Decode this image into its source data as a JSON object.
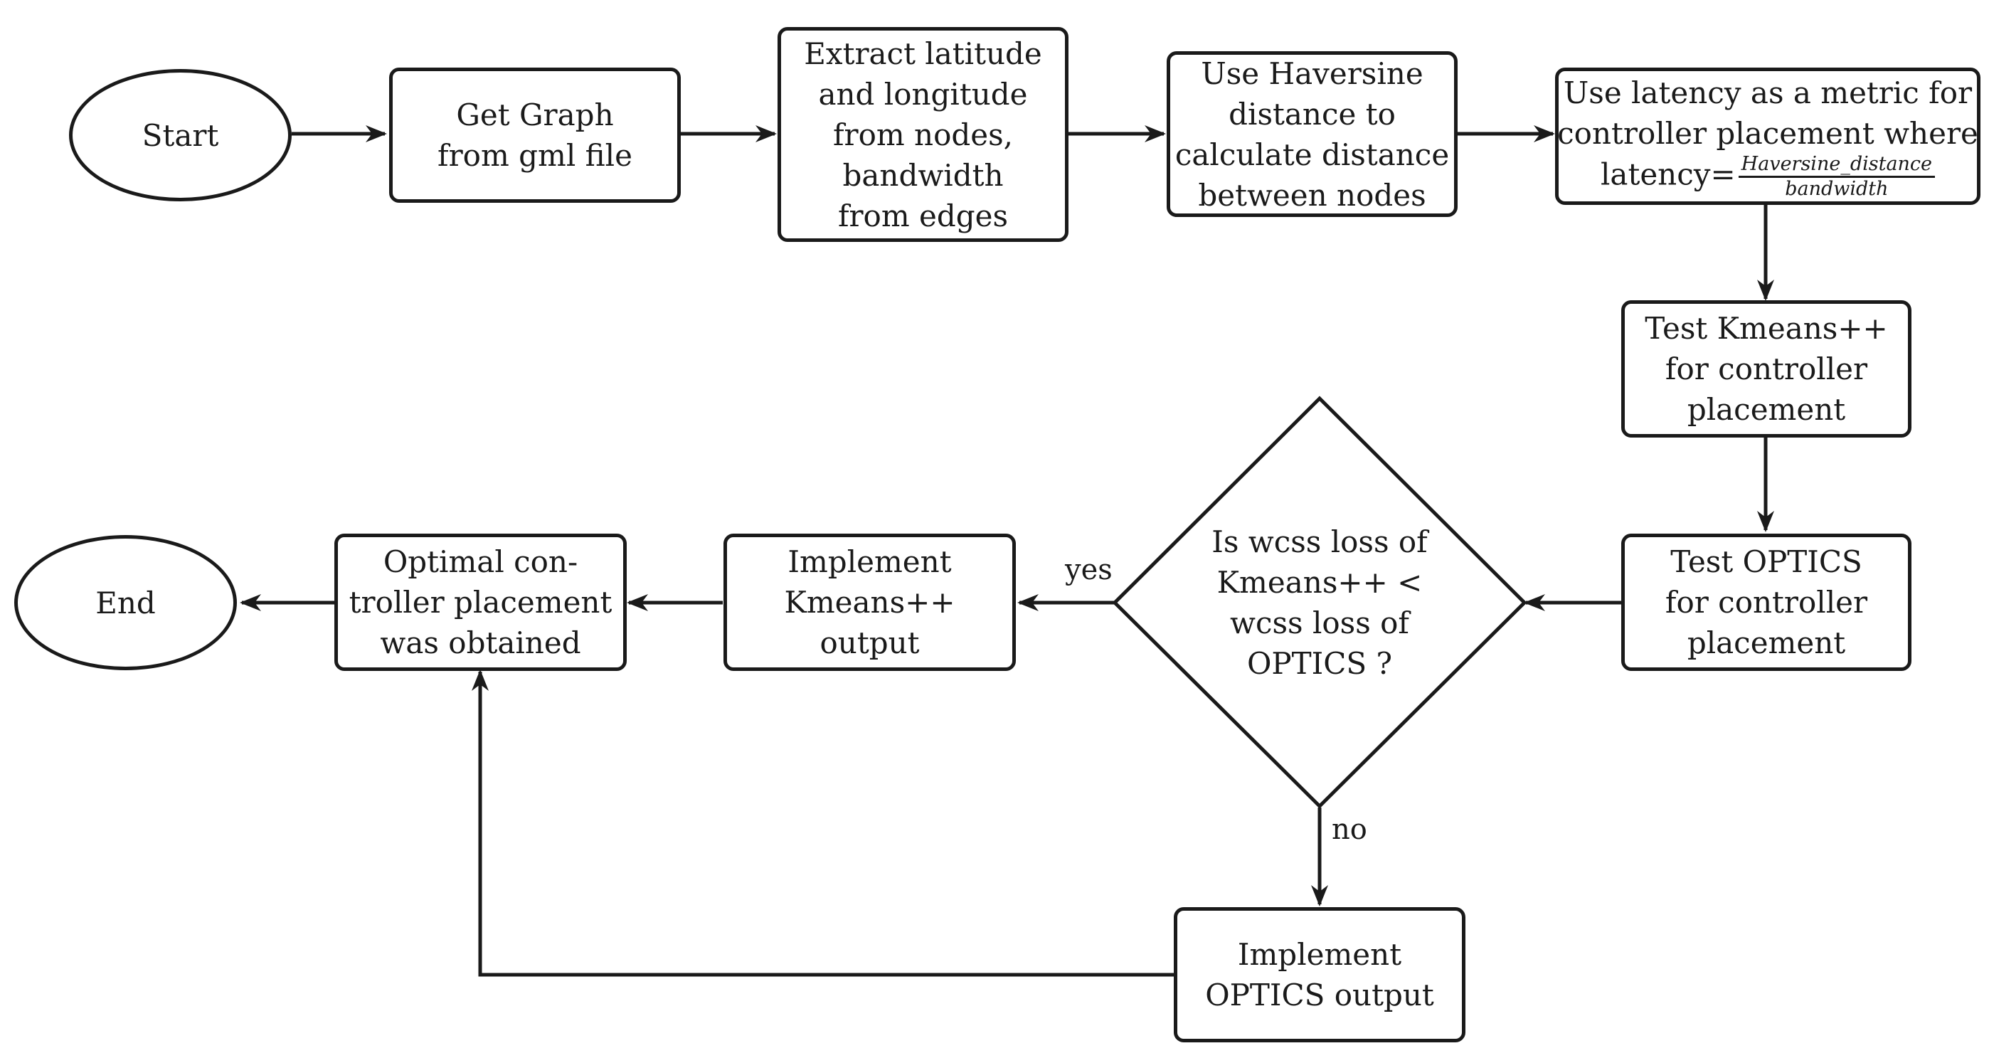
{
  "nodes": {
    "start": {
      "label": "Start"
    },
    "get_graph": {
      "lines": [
        "Get Graph",
        "from gml file"
      ]
    },
    "extract": {
      "lines": [
        "Extract latitude",
        "and longitude",
        "from nodes,",
        "bandwidth",
        "from edges"
      ]
    },
    "haversine": {
      "lines": [
        "Use Haversine",
        "distance to",
        "calculate distance",
        "between nodes"
      ]
    },
    "latency": {
      "lines": [
        "Use latency as a metric for",
        "controller placement where"
      ],
      "formula_prefix": "latency=",
      "numerator": "Haversine_distance",
      "denominator": "bandwidth"
    },
    "test_kmeans": {
      "lines": [
        "Test Kmeans++",
        "for controller",
        "placement"
      ]
    },
    "test_optics": {
      "lines": [
        "Test OPTICS",
        "for controller",
        "placement"
      ]
    },
    "decision": {
      "lines": [
        "Is wcss loss of",
        "Kmeans++ <",
        "wcss loss of",
        "OPTICS ?"
      ]
    },
    "impl_kmeans": {
      "lines": [
        "Implement",
        "Kmeans++",
        "output"
      ]
    },
    "impl_optics": {
      "lines": [
        "Implement",
        "OPTICS output"
      ]
    },
    "optimal": {
      "lines": [
        "Optimal con-",
        "troller placement",
        "was obtained"
      ]
    },
    "end": {
      "label": "End"
    }
  },
  "edge_labels": {
    "yes": "yes",
    "no": "no"
  }
}
